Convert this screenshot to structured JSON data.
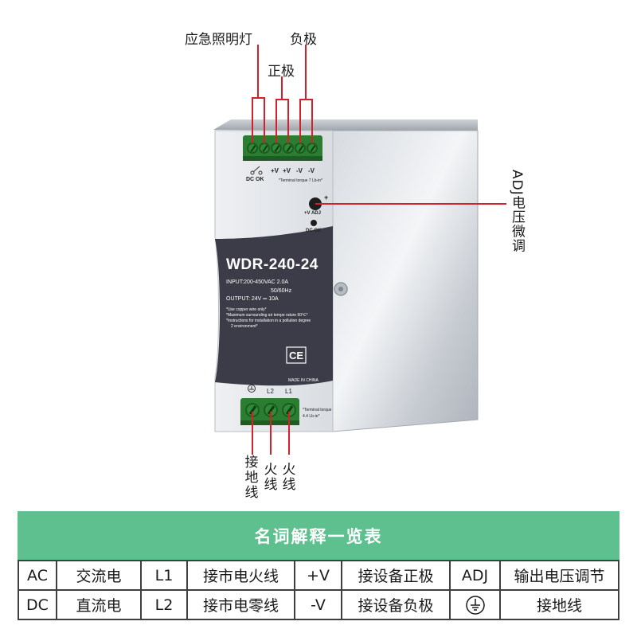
{
  "annotations": {
    "emergency_light": "应急照明灯",
    "negative": "负极",
    "positive": "正极",
    "adj_fine_tune": "ADJ电压微调",
    "ground": "接地线",
    "live1": "火线",
    "live2": "火线"
  },
  "device": {
    "model": "WDR-240-24",
    "input": "INPUT:200-450VAC  2.0A",
    "freq": "50/60Hz",
    "output": "OUTPUT:      24V  ═  10A",
    "note1": "*Use copper wire only*",
    "note2": "*Maximum surrounding air tempe rature 60℃*",
    "note3": "*Instructions for installation in a pollution degree",
    "note4": "2 environment*",
    "ce": "CE",
    "made_in": "MADE IN CHINA",
    "top_labels": {
      "dc_ok": "DC OK",
      "pv1": "+V",
      "pv2": "+V",
      "nv1": "-V",
      "nv2": "-V",
      "torque": "*Terminal torque 7 Lb-in*"
    },
    "adj_labels": {
      "plus": "+",
      "adj": "+V ADJ",
      "dc_ok": "DC OK"
    },
    "bottom_labels": {
      "l2": "L2",
      "l1": "L1",
      "torque1": "*Terminal torque",
      "torque2": "4.4 Lb-in*"
    }
  },
  "glossary": {
    "title": "名词解释一览表",
    "rows": [
      [
        "AC",
        "交流电",
        "L1",
        "接市电火线",
        "+V",
        "接设备正极",
        "ADJ",
        "输出电压调节"
      ],
      [
        "DC",
        "直流电",
        "L2",
        "接市电零线",
        "-V",
        "接设备负极",
        "ground-symbol-icon",
        "接地线"
      ]
    ]
  },
  "colors": {
    "accent_red": "#d4202b",
    "table_header": "#5ec08e",
    "terminal_green": "#2f8a35",
    "label_dark": "#3b3c47"
  }
}
